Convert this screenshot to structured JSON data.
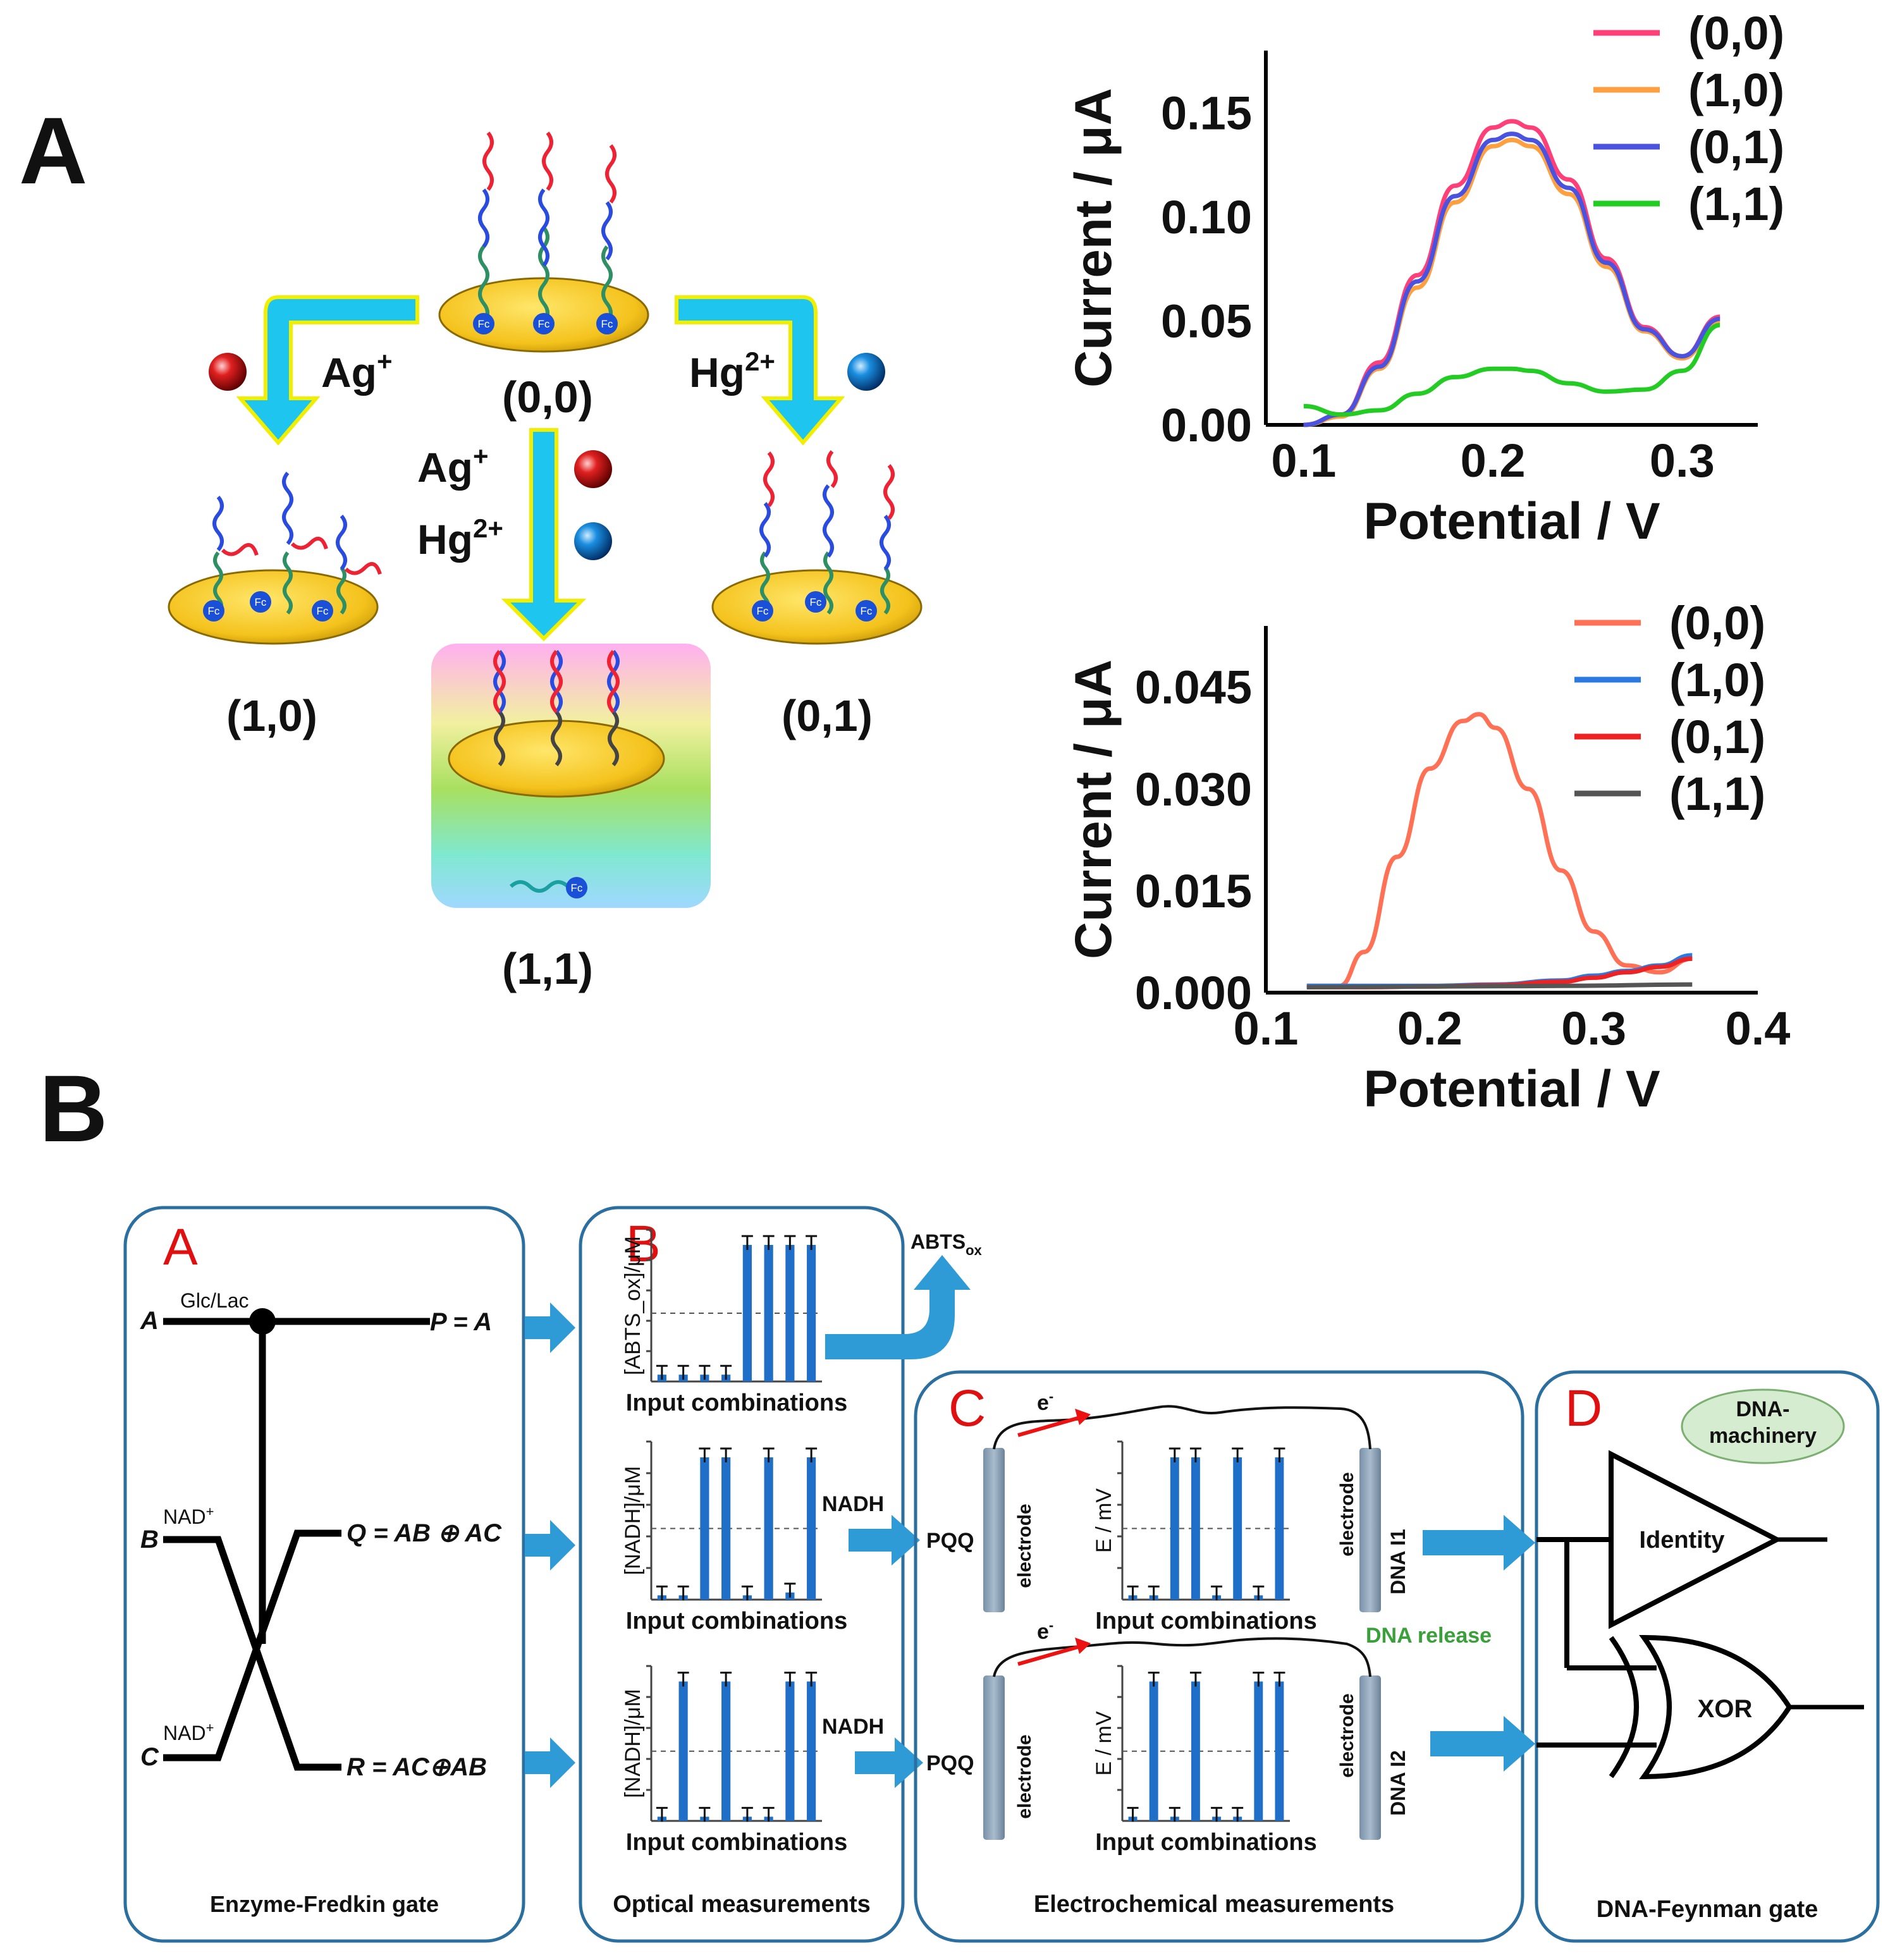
{
  "panelA": {
    "letter": "A",
    "schematic": {
      "states": [
        "(0,0)",
        "(1,0)",
        "(0,1)",
        "(1,1)"
      ],
      "ag": "Ag",
      "ag_sup": "+",
      "hg": "Hg",
      "hg_sup": "2+",
      "fc": "Fc"
    }
  },
  "panelB_letter": "B",
  "chart_data": [
    {
      "type": "line",
      "xlabel": "Potential / V",
      "ylabel": "Current / μA",
      "xlim": [
        0.08,
        0.34
      ],
      "ylim": [
        0,
        0.18
      ],
      "xticks": [
        "0.1",
        "0.2",
        "0.3"
      ],
      "yticks": [
        "0.00",
        "0.05",
        "0.10",
        "0.15"
      ],
      "legend": "top-right",
      "series": [
        {
          "name": "(0,0)",
          "color": "#ff3f78",
          "x": [
            0.1,
            0.12,
            0.14,
            0.16,
            0.18,
            0.2,
            0.21,
            0.22,
            0.24,
            0.26,
            0.28,
            0.3,
            0.32
          ],
          "y": [
            0.0,
            0.005,
            0.03,
            0.072,
            0.115,
            0.143,
            0.146,
            0.143,
            0.118,
            0.08,
            0.047,
            0.033,
            0.052
          ]
        },
        {
          "name": "(1,0)",
          "color": "#ffa040",
          "x": [
            0.1,
            0.12,
            0.14,
            0.16,
            0.18,
            0.2,
            0.21,
            0.22,
            0.24,
            0.26,
            0.28,
            0.3,
            0.32
          ],
          "y": [
            0.0,
            0.004,
            0.027,
            0.066,
            0.107,
            0.134,
            0.137,
            0.134,
            0.111,
            0.076,
            0.045,
            0.032,
            0.05
          ]
        },
        {
          "name": "(0,1)",
          "color": "#4a52e0",
          "x": [
            0.1,
            0.12,
            0.14,
            0.16,
            0.18,
            0.2,
            0.21,
            0.22,
            0.24,
            0.26,
            0.28,
            0.3,
            0.32
          ],
          "y": [
            0.0,
            0.005,
            0.028,
            0.069,
            0.11,
            0.137,
            0.14,
            0.137,
            0.114,
            0.078,
            0.046,
            0.033,
            0.051
          ]
        },
        {
          "name": "(1,1)",
          "color": "#22cc22",
          "x": [
            0.1,
            0.12,
            0.14,
            0.16,
            0.18,
            0.2,
            0.21,
            0.22,
            0.24,
            0.26,
            0.28,
            0.3,
            0.32
          ],
          "y": [
            0.009,
            0.005,
            0.007,
            0.015,
            0.023,
            0.027,
            0.027,
            0.026,
            0.02,
            0.016,
            0.017,
            0.026,
            0.048
          ]
        }
      ]
    },
    {
      "type": "line",
      "xlabel": "Potential / V",
      "ylabel": "Current / μA",
      "xlim": [
        0.1,
        0.4
      ],
      "ylim": [
        0,
        0.054
      ],
      "xticks": [
        "0.1",
        "0.2",
        "0.3",
        "0.4"
      ],
      "yticks": [
        "0.000",
        "0.015",
        "0.030",
        "0.045"
      ],
      "legend": "top-right",
      "series": [
        {
          "name": "(0,0)",
          "color": "#ff7055",
          "x": [
            0.125,
            0.145,
            0.16,
            0.18,
            0.2,
            0.22,
            0.23,
            0.24,
            0.26,
            0.28,
            0.3,
            0.32,
            0.34,
            0.36
          ],
          "y": [
            0.001,
            0.001,
            0.006,
            0.02,
            0.033,
            0.04,
            0.041,
            0.039,
            0.03,
            0.018,
            0.009,
            0.004,
            0.003,
            0.005
          ]
        },
        {
          "name": "(1,0)",
          "color": "#2a7ae2",
          "x": [
            0.125,
            0.16,
            0.2,
            0.24,
            0.28,
            0.3,
            0.32,
            0.34,
            0.36
          ],
          "y": [
            0.001,
            0.001,
            0.001,
            0.0012,
            0.0018,
            0.0025,
            0.0032,
            0.004,
            0.0055
          ]
        },
        {
          "name": "(0,1)",
          "color": "#ee2222",
          "x": [
            0.125,
            0.16,
            0.2,
            0.24,
            0.28,
            0.3,
            0.32,
            0.34,
            0.36
          ],
          "y": [
            0.0008,
            0.0008,
            0.0009,
            0.0011,
            0.0016,
            0.0022,
            0.003,
            0.0038,
            0.005
          ]
        },
        {
          "name": "(1,1)",
          "color": "#555555",
          "x": [
            0.125,
            0.2,
            0.28,
            0.36
          ],
          "y": [
            0.0008,
            0.0009,
            0.001,
            0.0012
          ]
        }
      ]
    },
    {
      "type": "bar",
      "ylabel": "[ABTS_ox]/μM",
      "xlabel": "Input combinations",
      "values": [
        0.05,
        0.05,
        0.05,
        0.05,
        1,
        1,
        1,
        1
      ],
      "color": "#1f6fc8"
    },
    {
      "type": "bar",
      "ylabel": "[NADH]/μM",
      "xlabel": "Input combinations",
      "values": [
        0.03,
        0.03,
        1,
        1,
        0.03,
        1,
        0.05,
        1
      ],
      "color": "#1f6fc8"
    },
    {
      "type": "bar",
      "ylabel": "[NADH]/μM",
      "xlabel": "Input combinations",
      "values": [
        0.03,
        1,
        0.03,
        1,
        0.03,
        0.03,
        1,
        1
      ],
      "color": "#1f6fc8"
    },
    {
      "type": "bar",
      "ylabel": "E / mV",
      "xlabel": "Input combinations",
      "values": [
        0.03,
        0.03,
        1,
        1,
        0.03,
        1,
        0.03,
        1
      ],
      "color": "#1f6fc8"
    },
    {
      "type": "bar",
      "ylabel": "E / mV",
      "xlabel": "Input combinations",
      "values": [
        0.03,
        1,
        0.03,
        1,
        0.03,
        0.03,
        1,
        1
      ],
      "color": "#1f6fc8"
    }
  ],
  "panelB": {
    "boxA": {
      "letter": "A",
      "caption": "Enzyme-Fredkin gate",
      "in_a": "A",
      "in_b": "B",
      "in_c": "C",
      "glc": "Glc/Lac",
      "nad": "NAD",
      "nad_sup": "+",
      "out_p": "P = A",
      "out_q": "Q = AB ⊕ AC",
      "out_r": "R = AC⊕AB"
    },
    "boxB": {
      "letter": "B",
      "caption": "Optical measurements",
      "abts": "ABTS",
      "abts_sub": "ox",
      "nadh1": "NADH",
      "nadh2": "NADH"
    },
    "boxC": {
      "letter": "C",
      "caption": "Electrochemical measurements",
      "electron": "e",
      "electron_sup": "-",
      "pqq": "PQQ",
      "electrode": "electrode",
      "dna1": "DNA I1",
      "dna2": "DNA I2",
      "release": "DNA release"
    },
    "boxD": {
      "letter": "D",
      "caption": "DNA-Feynman gate",
      "machinery1": "DNA-",
      "machinery2": "machinery",
      "identity": "Identity",
      "xor": "XOR"
    }
  }
}
